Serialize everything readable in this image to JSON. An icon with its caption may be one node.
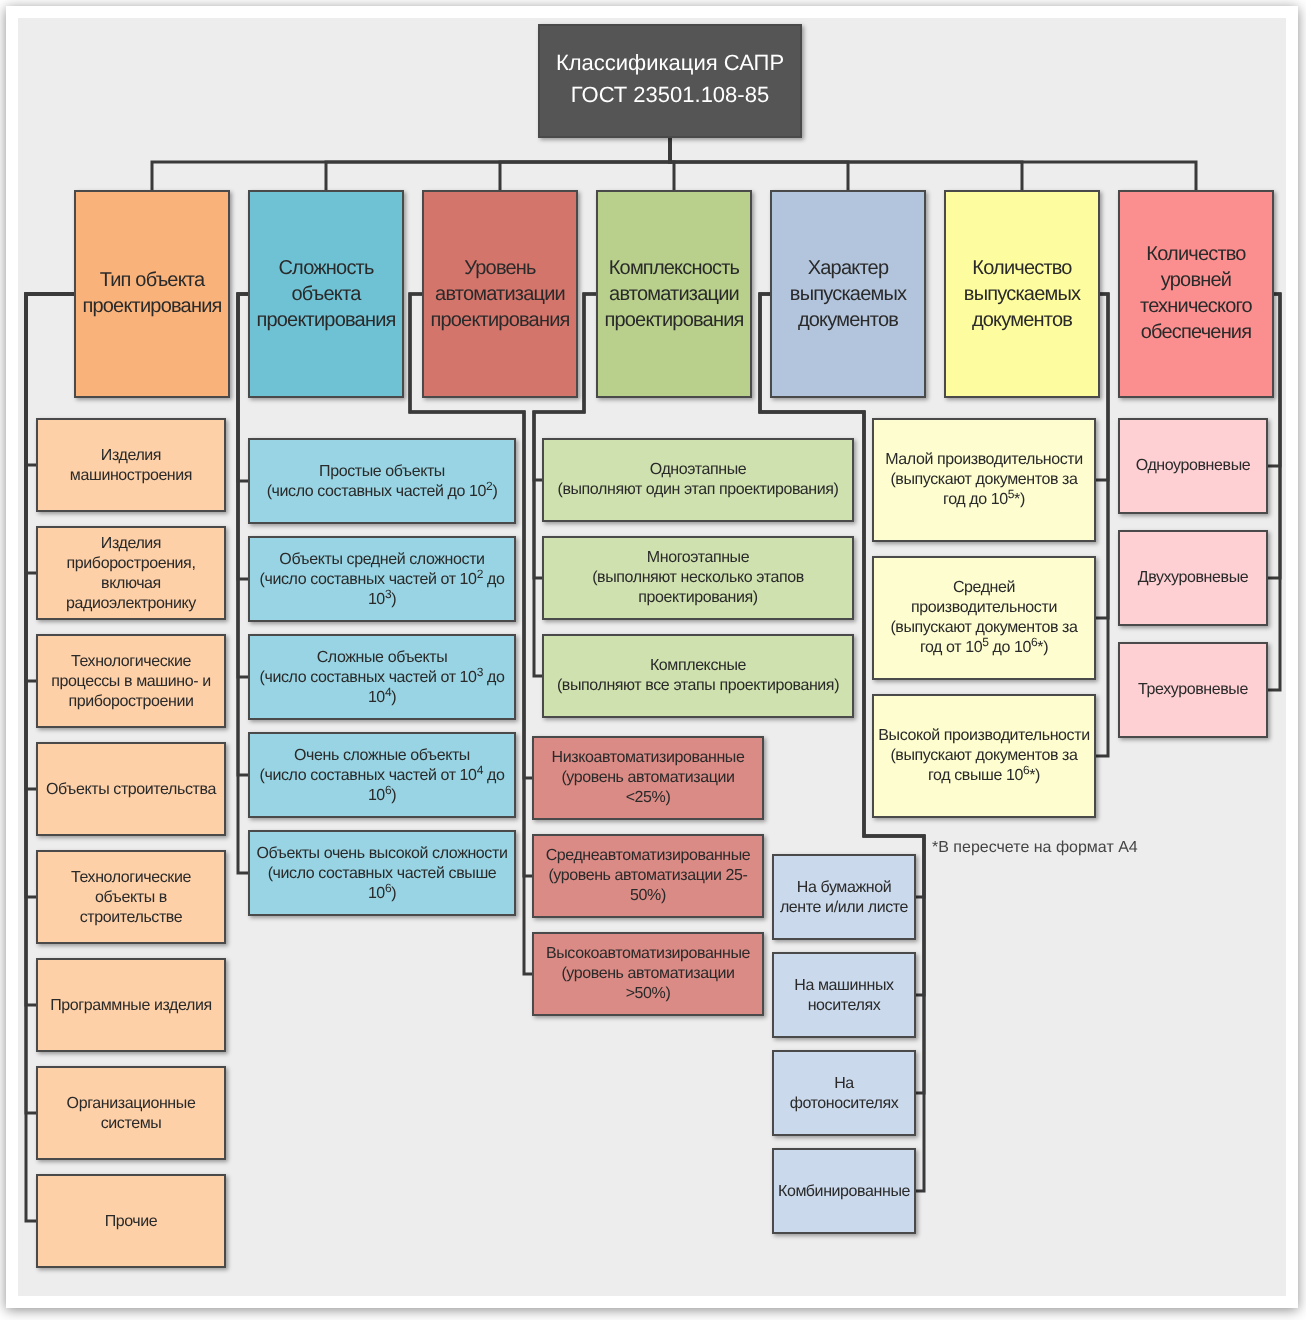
{
  "diagram": {
    "nodes": [
      {
        "text": [
          "Классификация САПР ГОСТ 23501.108-85"
        ]
      },
      {
        "text": [
          "Тип объекта проектирования"
        ]
      },
      {
        "text": [
          "Сложность объекта проектирования"
        ]
      },
      {
        "text": [
          "Уровень автоматизации проектирования"
        ]
      },
      {
        "text": [
          "Комплексность автоматизации проектирования"
        ]
      },
      {
        "text": [
          "Характер выпускаемых документов"
        ]
      },
      {
        "text": [
          "Количество выпускаемых документов"
        ]
      },
      {
        "text": [
          "Количество уровней технического обеспечения"
        ]
      },
      {
        "text": [
          "Изделия машиностроения"
        ]
      },
      {
        "text": [
          "Изделия приборостроения, включая радиоэлектронику"
        ]
      },
      {
        "text": [
          "Технологические процессы в машино- и приборостроении"
        ]
      },
      {
        "text": [
          "Объекты строительства"
        ]
      },
      {
        "text": [
          "Технологические объекты в строительстве"
        ]
      },
      {
        "text": [
          "Программные изделия"
        ]
      },
      {
        "text": [
          "Организационные системы"
        ]
      },
      {
        "text": [
          "Прочие"
        ]
      },
      {
        "text": [
          "Простые объекты",
          "(число составных частей до 10$^{2}$)"
        ]
      },
      {
        "text": [
          "Объекты средней сложности",
          "(число составных частей от 10$^{2}$ до 10$^{3}$)"
        ]
      },
      {
        "text": [
          "Сложные объекты",
          "(число составных частей от 10$^{3}$ до 10$^{4}$)"
        ]
      },
      {
        "text": [
          "Очень сложные объекты",
          "(число составных частей от 10$^{4}$ до 10$^{6}$)"
        ]
      },
      {
        "text": [
          "Объекты очень высокой сложности",
          "(число составных частей свыше 10$^{6}$)"
        ]
      },
      {
        "text": [
          "Низкоавтоматизированные",
          "(уровень автоматизации <25%)"
        ]
      },
      {
        "text": [
          "Среднеавтоматизированные",
          "(уровень автоматизации 25-50%)"
        ]
      },
      {
        "text": [
          "Высокоавтоматизированные",
          "(уровень автоматизации >50%)"
        ]
      },
      {
        "text": [
          "Одноэтапные",
          "(выполняют один этап проектирования)"
        ]
      },
      {
        "text": [
          "Многоэтапные",
          "(выполняют несколько этапов проектирования)"
        ]
      },
      {
        "text": [
          "Комплексные",
          "(выполняют все этапы проектирования)"
        ]
      },
      {
        "text": [
          "На бумажной ленте и/или листе"
        ]
      },
      {
        "text": [
          "На машинных носителях"
        ]
      },
      {
        "text": [
          "На фотоносителях"
        ]
      },
      {
        "text": [
          "Комбинированные"
        ]
      },
      {
        "text": [
          "Малой производительности",
          "(выпускают документов за год до 10$^{5}$*)"
        ]
      },
      {
        "text": [
          "Средней производительности",
          "(выпускают документов за год от 10$^{5}$ до 10$^{6}$*)"
        ]
      },
      {
        "text": [
          "Высокой производительности",
          "(выпускают документов за год свыше 10$^{6}$*)"
        ]
      },
      {
        "text": [
          "Одноуровневые"
        ]
      },
      {
        "text": [
          "Двухуровневые"
        ]
      },
      {
        "text": [
          "Трехуровневые"
        ]
      }
    ],
    "edges": [
      {
        "from": 0,
        "to": 1,
        "arrow": "none"
      },
      {
        "from": 0,
        "to": 2,
        "arrow": "none"
      },
      {
        "from": 0,
        "to": 3,
        "arrow": "none"
      },
      {
        "from": 0,
        "to": 4,
        "arrow": "none"
      },
      {
        "from": 0,
        "to": 5,
        "arrow": "none"
      },
      {
        "from": 0,
        "to": 6,
        "arrow": "none"
      },
      {
        "from": 0,
        "to": 7,
        "arrow": "none"
      },
      {
        "from": 1,
        "to": 8,
        "arrow": "none"
      },
      {
        "from": 1,
        "to": 9,
        "arrow": "none"
      },
      {
        "from": 1,
        "to": 10,
        "arrow": "none"
      },
      {
        "from": 1,
        "to": 11,
        "arrow": "none"
      },
      {
        "from": 1,
        "to": 12,
        "arrow": "none"
      },
      {
        "from": 1,
        "to": 13,
        "arrow": "none"
      },
      {
        "from": 1,
        "to": 14,
        "arrow": "none"
      },
      {
        "from": 1,
        "to": 15,
        "arrow": "none"
      },
      {
        "from": 2,
        "to": 16,
        "arrow": "none"
      },
      {
        "from": 2,
        "to": 17,
        "arrow": "none"
      },
      {
        "from": 2,
        "to": 18,
        "arrow": "none"
      },
      {
        "from": 2,
        "to": 19,
        "arrow": "none"
      },
      {
        "from": 2,
        "to": 20,
        "arrow": "none"
      },
      {
        "from": 3,
        "to": 21,
        "arrow": "none"
      },
      {
        "from": 3,
        "to": 22,
        "arrow": "none"
      },
      {
        "from": 3,
        "to": 23,
        "arrow": "none"
      },
      {
        "from": 4,
        "to": 24,
        "arrow": "none"
      },
      {
        "from": 4,
        "to": 25,
        "arrow": "none"
      },
      {
        "from": 4,
        "to": 26,
        "arrow": "none"
      },
      {
        "from": 5,
        "to": 27,
        "arrow": "none"
      },
      {
        "from": 5,
        "to": 28,
        "arrow": "none"
      },
      {
        "from": 5,
        "to": 29,
        "arrow": "none"
      },
      {
        "from": 5,
        "to": 30,
        "arrow": "none"
      },
      {
        "from": 6,
        "to": 31,
        "arrow": "none"
      },
      {
        "from": 6,
        "to": 32,
        "arrow": "none"
      },
      {
        "from": 6,
        "to": 33,
        "arrow": "none"
      },
      {
        "from": 7,
        "to": 34,
        "arrow": "none"
      },
      {
        "from": 7,
        "to": 35,
        "arrow": "none"
      },
      {
        "from": 7,
        "to": 36,
        "arrow": "none"
      }
    ],
    "labels": [
      "*В пересчете на формат А4"
    ]
  }
}
